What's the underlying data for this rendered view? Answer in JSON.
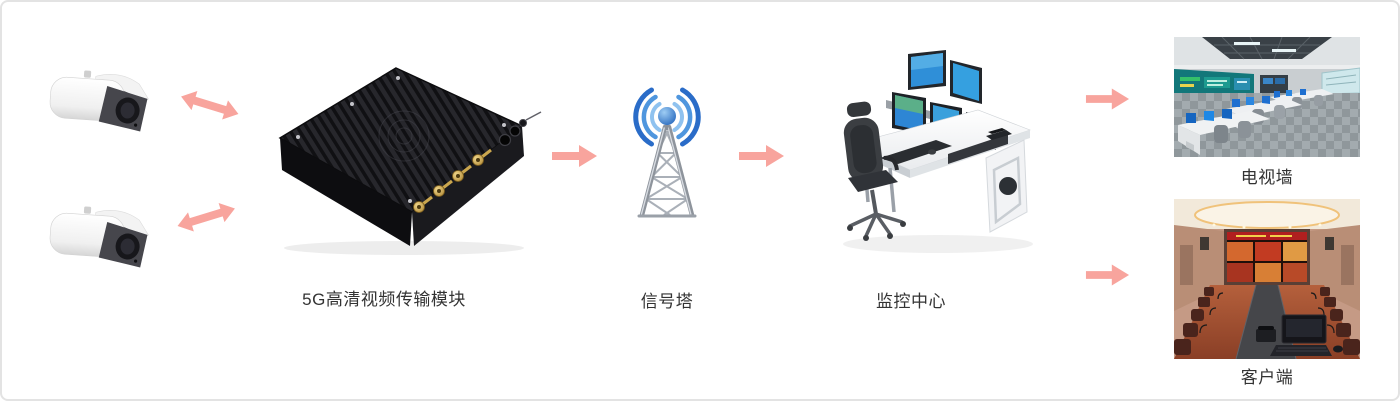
{
  "labels": {
    "module": "5G高清视频传输模块",
    "tower": "信号塔",
    "monitor_center": "监控中心",
    "tv_wall": "电视墙",
    "client": "客户端"
  },
  "colors": {
    "arrow": "#f8a49d",
    "label_text": "#333333",
    "canvas_border": "#e3e3e3",
    "tower_blue_outer": "#2a6cc8",
    "tower_blue_mid": "#4f96de",
    "tower_blue_inner": "#8fc2ef",
    "module_body": "#1b1b1f",
    "gold_connector": "#c9a24a"
  },
  "icons": {
    "camera_top": "security-camera",
    "camera_bottom": "security-camera",
    "module": "5g-transmission-module",
    "tower": "signal-tower",
    "desk": "monitoring-center-desk",
    "photo_tv_wall": "control-room-tv-wall-photo",
    "photo_client": "conference-room-client-photo"
  }
}
